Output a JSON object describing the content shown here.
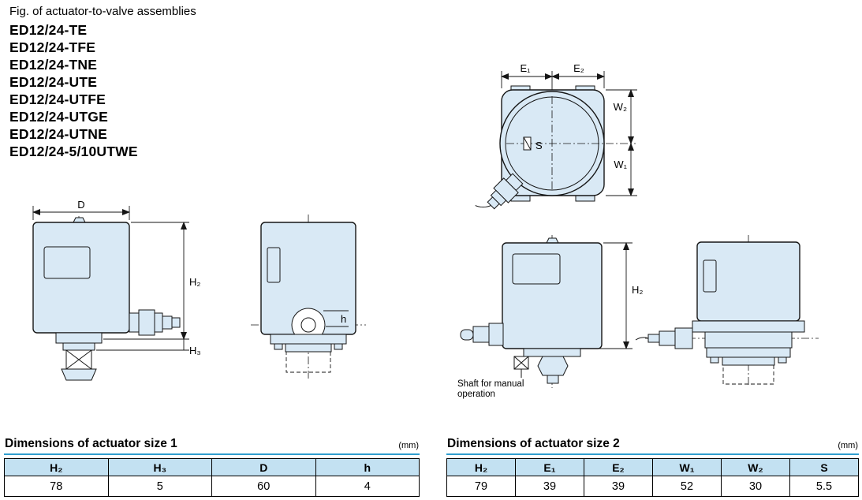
{
  "caption": "Fig. of actuator-to-valve assemblies",
  "models": [
    "ED12/24-TE",
    "ED12/24-TFE",
    "ED12/24-TNE",
    "ED12/24-UTE",
    "ED12/24-UTFE",
    "ED12/24-UTGE",
    "ED12/24-UTNE",
    "ED12/24-5/10UTWE"
  ],
  "diagram": {
    "dim_d": "D",
    "dim_h2": "H₂",
    "dim_h3": "H₃",
    "dim_h": "h",
    "dim_e1": "E₁",
    "dim_e2": "E₂",
    "dim_w1": "W₁",
    "dim_w2": "W₂",
    "dim_s": "S",
    "shaft_note_line1": "Shaft for manual",
    "shaft_note_line2": "operation"
  },
  "table1": {
    "title": "Dimensions of actuator size 1",
    "unit": "(mm)",
    "headers": [
      "H₂",
      "H₃",
      "D",
      "h"
    ],
    "values": [
      "78",
      "5",
      "60",
      "4"
    ]
  },
  "table2": {
    "title": "Dimensions of actuator size 2",
    "unit": "(mm)",
    "headers": [
      "H₂",
      "E₁",
      "E₂",
      "W₁",
      "W₂",
      "S"
    ],
    "values": [
      "79",
      "39",
      "39",
      "52",
      "30",
      "5.5"
    ]
  },
  "colors": {
    "drawing_fill": "#d9e9f5",
    "table_header_fill": "#c3e1f2",
    "rule_blue": "#2f9ecf"
  }
}
